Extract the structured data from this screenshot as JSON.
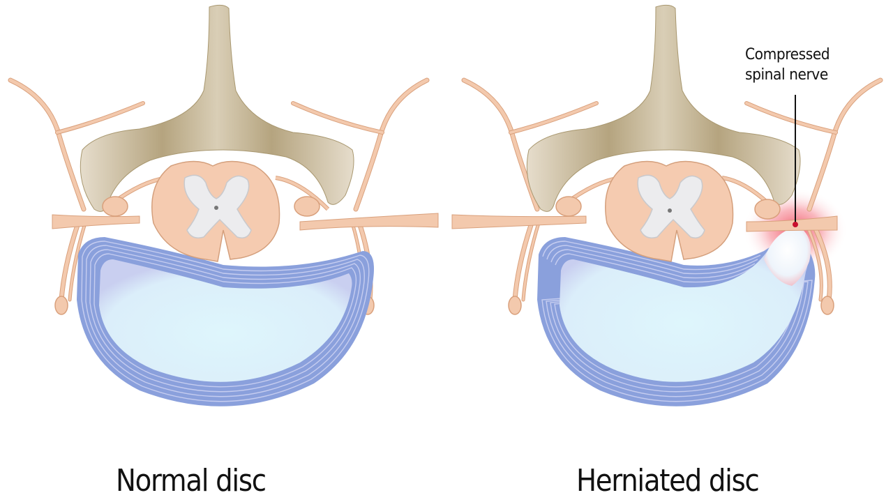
{
  "figure": {
    "panels": [
      {
        "id": "normal",
        "caption": "Normal disc",
        "structures": [
          "spinous-process",
          "vertebral-lamina",
          "spinal-cord",
          "grey-matter",
          "central-canal",
          "dorsal-root-ganglion",
          "spinal-nerve",
          "annulus-fibrosus",
          "nucleus-pulposus"
        ]
      },
      {
        "id": "herniated",
        "caption": "Herniated disc",
        "structures": [
          "spinous-process",
          "vertebral-lamina",
          "spinal-cord",
          "grey-matter",
          "central-canal",
          "dorsal-root-ganglion",
          "spinal-nerve",
          "annulus-fibrosus",
          "nucleus-pulposus",
          "herniation",
          "compression-point"
        ],
        "callout": {
          "line1": "Compressed",
          "line2": "spinal nerve"
        }
      }
    ],
    "colors": {
      "bone": "#b6a683",
      "bone_light": "#e4dccb",
      "nerve": "#f3c9ad",
      "nerve_edge": "#d9a07c",
      "grey_matter": "#e9e9ea",
      "annulus": "#8fa2dc",
      "annulus_line": "#c9d0f0",
      "nucleus": "#dff4fb",
      "inflammation": "#f25a6a",
      "compression_dot": "#c8102e",
      "text": "#111111",
      "background": "#ffffff"
    }
  }
}
